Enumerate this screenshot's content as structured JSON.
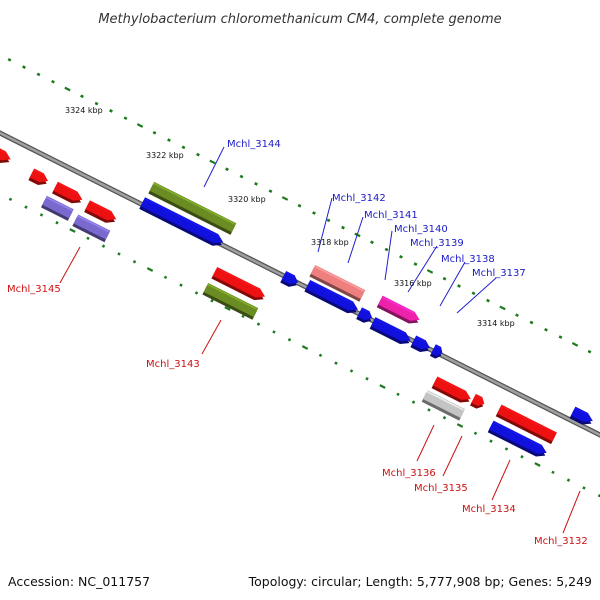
{
  "title": "Methylobacterium chloromethanicum CM4, complete genome",
  "footer": {
    "accession": "Accession: NC_011757",
    "summary": "Topology: circular; Length: 5,777,908 bp; Genes: 5,249"
  },
  "colors": {
    "forward_label": "#1b1bc8",
    "reverse_label": "#cc1111",
    "tick": "#1e7a1e",
    "backbone": "#8c8c8c",
    "red_gene": "#ee1111",
    "blue_gene": "#1111dd",
    "olive_gene": "#6b8c23",
    "purple_gene": "#7a6ad0",
    "salmon_gene": "#ee7f7f",
    "magenta_gene": "#ee22aa",
    "grey_gene": "#c4c4c4"
  },
  "scale_labels": [
    "3324 kbp",
    "3322 kbp",
    "3320 kbp",
    "3318 kbp",
    "3316 kbp",
    "3314 kbp"
  ],
  "forward_genes": [
    "Mchl_3144",
    "Mchl_3142",
    "Mchl_3141",
    "Mchl_3140",
    "Mchl_3139",
    "Mchl_3138",
    "Mchl_3137"
  ],
  "reverse_genes": [
    "Mchl_3145",
    "Mchl_3143",
    "Mchl_3136",
    "Mchl_3135",
    "Mchl_3134",
    "Mchl_3132"
  ]
}
